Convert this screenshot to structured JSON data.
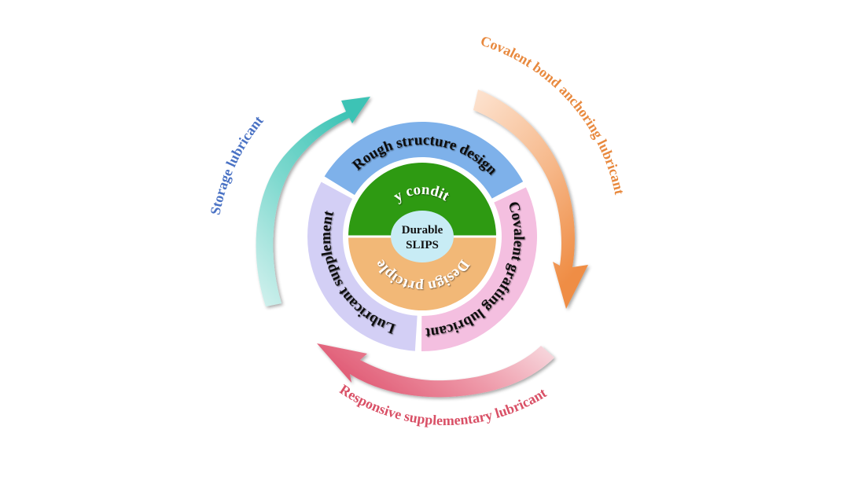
{
  "diagram": {
    "center": {
      "line1": "Durable",
      "line2": "SLIPS",
      "color": "#c8ecf5"
    },
    "inner_disk": {
      "top": {
        "label": "Key condition",
        "color": "#2e9a12"
      },
      "bottom": {
        "label": "Design prtciple",
        "color": "#f2b877"
      }
    },
    "outer_ring": [
      {
        "id": "rough",
        "label": "Rough structure design",
        "color": "#7eb1ea"
      },
      {
        "id": "covalent-grafting",
        "label": "Covalent grafting lubricant",
        "color": "#f4bfe0"
      },
      {
        "id": "lubricant-supplement",
        "label": "Lubricant supplement",
        "color": "#d3cff5"
      }
    ],
    "cycle_arrows": [
      {
        "id": "storage",
        "label": "Storage lubricant",
        "arrow_color": "#4fc9bd",
        "label_color": "#4a72c4"
      },
      {
        "id": "covalent-bond",
        "label": "Covalent bond anchoring lubricant",
        "arrow_color": "#f0924a",
        "label_color": "#e8893e"
      },
      {
        "id": "responsive",
        "label": "Responsive supplementary lubricant",
        "arrow_color": "#e0607a",
        "label_color": "#d95066"
      }
    ]
  }
}
